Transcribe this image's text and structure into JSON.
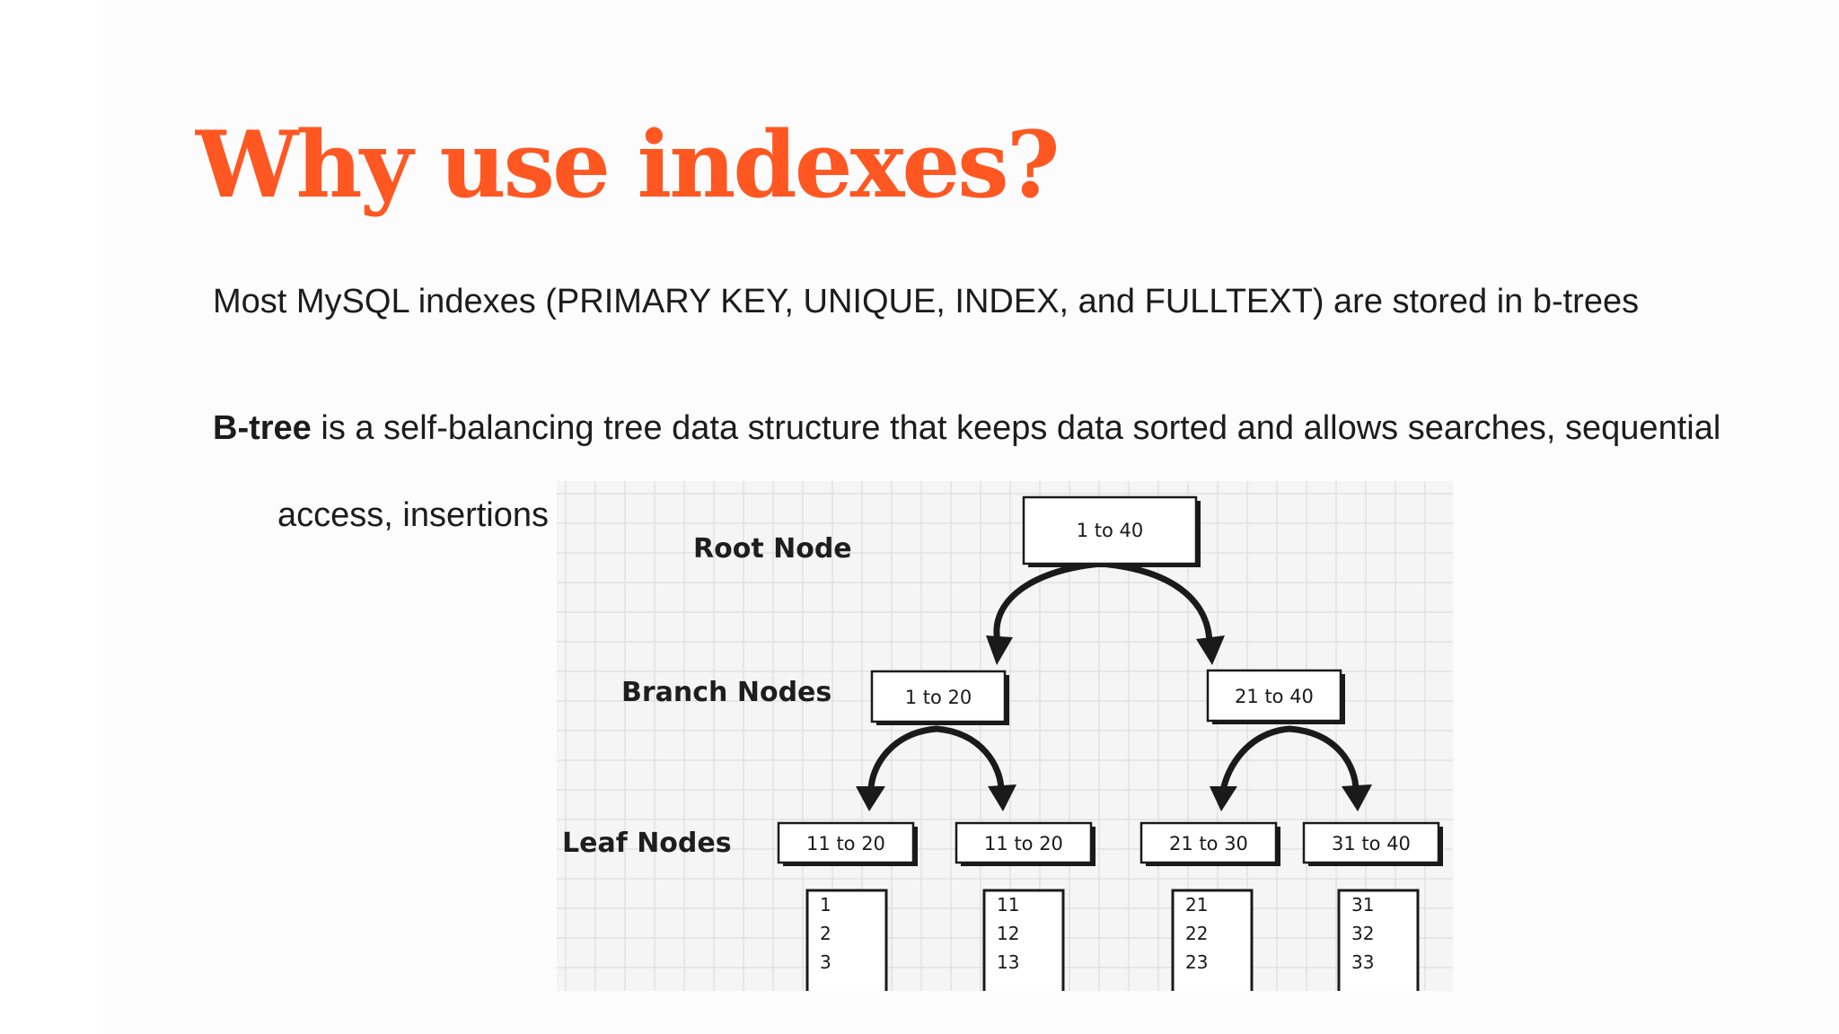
{
  "slide": {
    "title": "Why use indexes?",
    "line1": "Most MySQL indexes (PRIMARY KEY, UNIQUE, INDEX, and FULLTEXT) are stored in b-trees",
    "line2_bold": "B-tree",
    "line2_rest": " is a self-balancing tree data structure that keeps data sorted and allows searches, sequential",
    "line3": "access, insertions"
  },
  "diagram": {
    "labels": {
      "root": "Root Node",
      "branch": "Branch Nodes",
      "leaf": "Leaf Nodes"
    },
    "root": "1 to 40",
    "branches": [
      "1 to 20",
      "21 to 40"
    ],
    "leaves": [
      "11 to 20",
      "11 to 20",
      "21 to 30",
      "31 to 40"
    ],
    "leaf_values": [
      [
        "1",
        "2",
        "3"
      ],
      [
        "11",
        "12",
        "13"
      ],
      [
        "21",
        "22",
        "23"
      ],
      [
        "31",
        "32",
        "33"
      ]
    ]
  }
}
